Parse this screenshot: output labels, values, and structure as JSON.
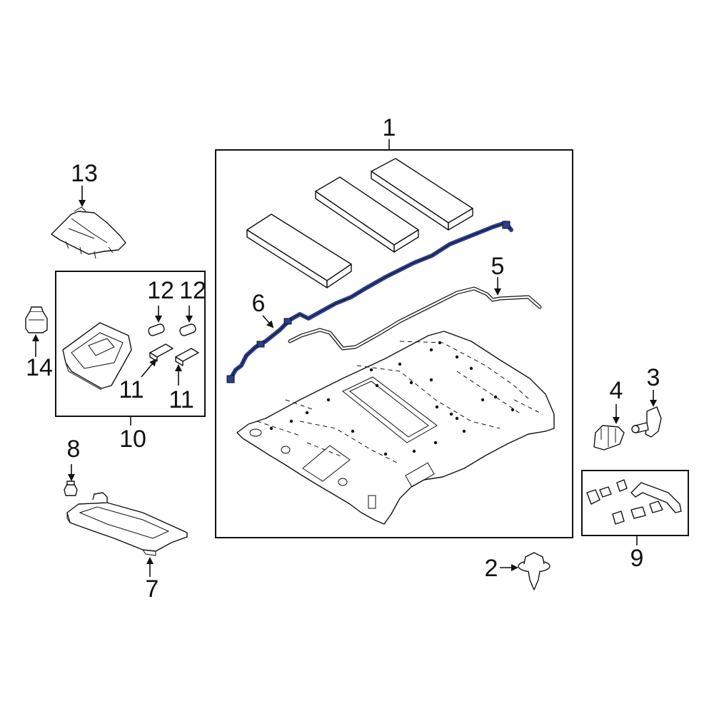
{
  "diagram": {
    "highlight_color": "#2b3f8f",
    "line_color": "#111111",
    "callouts": {
      "c1": "1",
      "c2": "2",
      "c3": "3",
      "c4": "4",
      "c5": "5",
      "c6": "6",
      "c7": "7",
      "c8": "8",
      "c9": "9",
      "c10": "10",
      "c11a": "11",
      "c11b": "11",
      "c12a": "12",
      "c12b": "12",
      "c13": "13",
      "c14": "14"
    }
  }
}
